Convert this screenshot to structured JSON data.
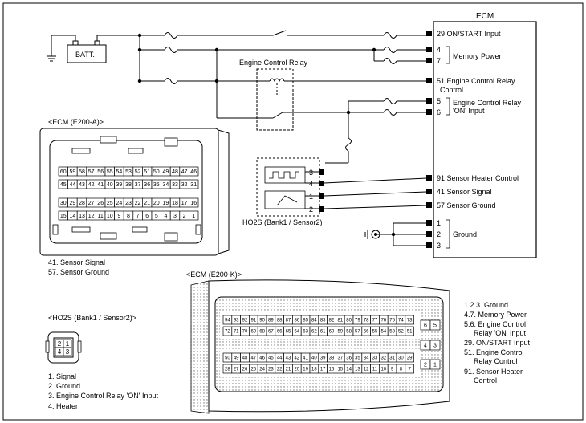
{
  "ecm": {
    "title": "ECM",
    "pins": {
      "p29": "29 ON/START Input",
      "p4": "4",
      "p7": "7",
      "memory_power": "Memory Power",
      "p51a": "51 Engine Control Relay",
      "p51b": "Control",
      "p5": "5",
      "p6": "6",
      "ecr_on_a": "Engine Control Relay",
      "ecr_on_b": "'ON' Input",
      "p91": "91 Sensor Heater Control",
      "p41": "41 Sensor Signal",
      "p57": "57 Sensor Ground",
      "p1": "1",
      "p2": "2",
      "p3": "3",
      "ground": "Ground"
    }
  },
  "batt": "BATT.",
  "relay_title": "Engine Control Relay",
  "ho2s": {
    "title": "HO2S (Bank1 / Sensor2)",
    "pins": [
      "3",
      "4",
      "1",
      "2"
    ]
  },
  "connector_a": {
    "title": "<ECM (E200-A)>",
    "row1": [
      "60",
      "59",
      "58",
      "57",
      "56",
      "55",
      "54",
      "53",
      "52",
      "51",
      "50",
      "49",
      "48",
      "47",
      "46"
    ],
    "row2": [
      "45",
      "44",
      "43",
      "42",
      "41",
      "40",
      "39",
      "38",
      "37",
      "36",
      "35",
      "34",
      "33",
      "32",
      "31"
    ],
    "row3": [
      "30",
      "29",
      "28",
      "27",
      "26",
      "25",
      "24",
      "23",
      "22",
      "21",
      "20",
      "19",
      "18",
      "17",
      "16"
    ],
    "row4": [
      "15",
      "14",
      "13",
      "12",
      "11",
      "10",
      "9",
      "8",
      "7",
      "6",
      "5",
      "4",
      "3",
      "2",
      "1"
    ],
    "legend": [
      "41. Sensor Signal",
      "57. Sensor Ground"
    ]
  },
  "connector_k": {
    "title": "<ECM (E200-K)>",
    "row1": [
      "94",
      "93",
      "92",
      "91",
      "90",
      "89",
      "88",
      "87",
      "86",
      "85",
      "84",
      "83",
      "82",
      "81",
      "80",
      "79",
      "78",
      "77",
      "76",
      "75",
      "74",
      "73"
    ],
    "row2": [
      "72",
      "71",
      "70",
      "69",
      "68",
      "67",
      "66",
      "65",
      "64",
      "63",
      "62",
      "61",
      "60",
      "59",
      "58",
      "57",
      "56",
      "55",
      "54",
      "53",
      "52",
      "51"
    ],
    "row3": [
      "50",
      "49",
      "48",
      "47",
      "46",
      "45",
      "44",
      "43",
      "42",
      "41",
      "40",
      "39",
      "38",
      "37",
      "36",
      "35",
      "34",
      "33",
      "32",
      "31",
      "30",
      "29"
    ],
    "row4": [
      "28",
      "27",
      "26",
      "25",
      "24",
      "23",
      "22",
      "21",
      "20",
      "19",
      "18",
      "17",
      "16",
      "15",
      "14",
      "13",
      "12",
      "11",
      "10",
      "9",
      "8",
      "7"
    ],
    "side": [
      [
        "6",
        "5"
      ],
      [
        "4",
        "3"
      ],
      [
        "2",
        "1"
      ]
    ],
    "legend": [
      "1.2.3. Ground",
      "4.7. Memory Power",
      "5.6. Engine Control",
      "Relay 'ON' Input",
      "29. ON/START Input",
      "51. Engine Control",
      "Relay Control",
      "91. Sensor Heater",
      "Control"
    ]
  },
  "connector_ho2s": {
    "title": "<HO2S (Bank1 / Sensor2)>",
    "cells": [
      [
        "2",
        "1"
      ],
      [
        "4",
        "3"
      ]
    ],
    "legend": [
      "1. Signal",
      "2. Ground",
      "3. Engine Control Relay 'ON' Input",
      "4. Heater"
    ]
  }
}
